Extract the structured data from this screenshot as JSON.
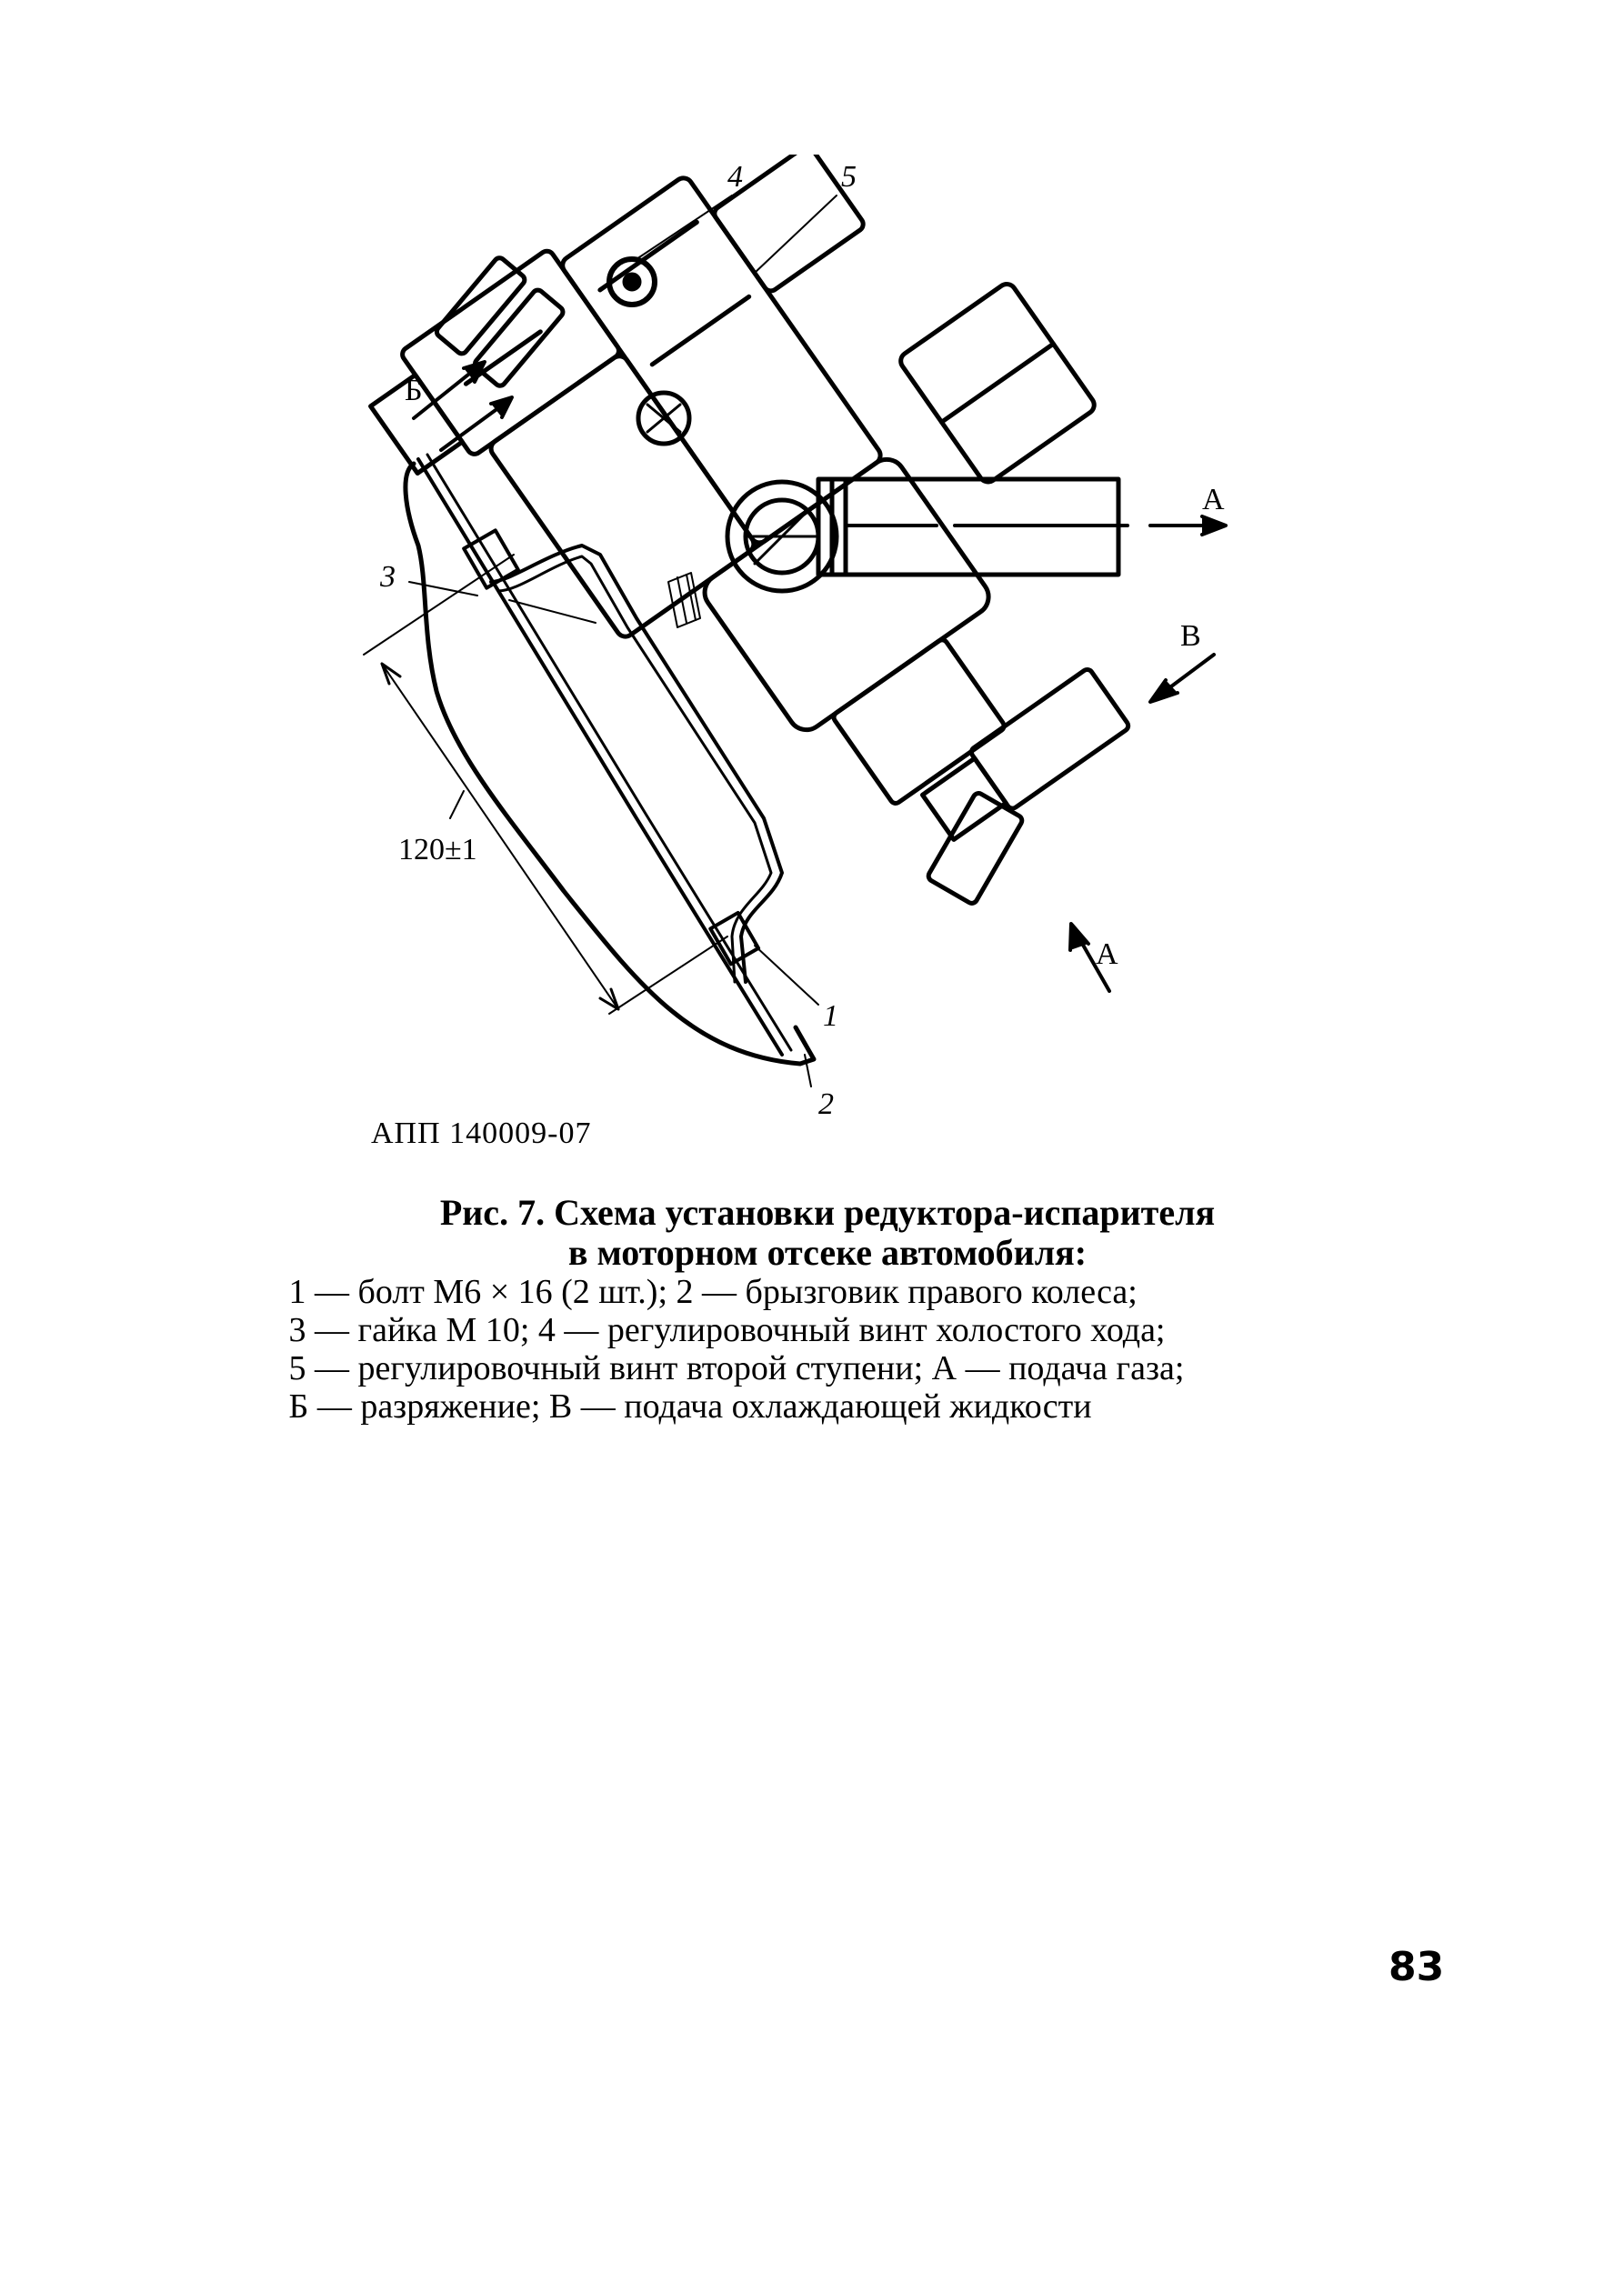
{
  "figure": {
    "callouts": {
      "c1": "1",
      "c2": "2",
      "c3": "3",
      "c4": "4",
      "c5": "5"
    },
    "flow_labels": {
      "a_out": "А",
      "a_in": "А",
      "b_vacuum": "Б",
      "v_coolant": "В"
    },
    "dimension": "120±1",
    "drawing_code": "АПП 140009-07"
  },
  "caption": {
    "title_line1": "Рис. 7. Схема установки редуктора-испарителя",
    "title_line2": "в моторном отсеке автомобиля:",
    "legend": [
      "1 — болт М6 × 16 (2 шт.); 2 — брызговик правого колеса;",
      "3 — гайка М 10; 4 — регулировочный винт холостого хода;",
      "5 — регулировочный винт второй ступени; А — подача газа;",
      "Б — разряжение; В — подача охлаждающей жидкости"
    ]
  },
  "page_number": "83"
}
